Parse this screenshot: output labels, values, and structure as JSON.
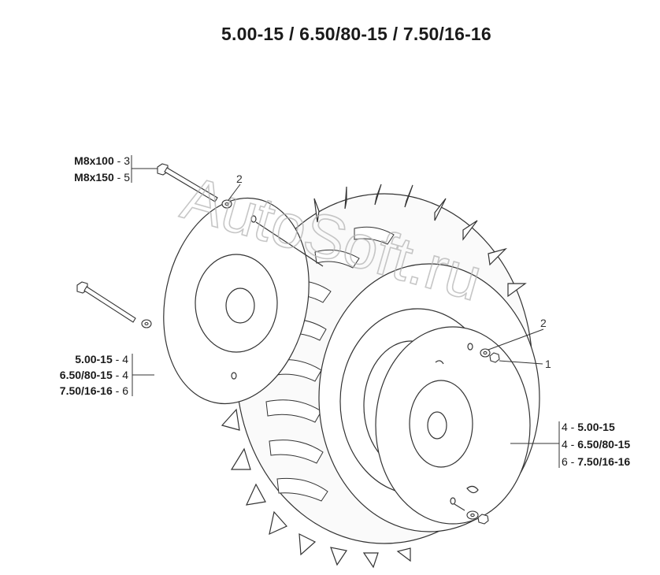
{
  "title": "5.00-15  /  6.50/80-15  /  7.50/16-16",
  "watermark": "AutoSoft.ru",
  "callouts": {
    "bolt_left": [
      {
        "size": "M8x100",
        "qty": "3"
      },
      {
        "size": "M8x150",
        "qty": "5"
      }
    ],
    "disc_left": [
      {
        "size": "5.00-15",
        "qty": "4"
      },
      {
        "size": "6.50/80-15",
        "qty": "4"
      },
      {
        "size": "7.50/16-16",
        "qty": "6"
      }
    ],
    "disc_right": [
      {
        "qty": "4",
        "size": "5.00-15"
      },
      {
        "qty": "4",
        "size": "6.50/80-15"
      },
      {
        "qty": "6",
        "size": "7.50/16-16"
      }
    ],
    "washer_top_left": "2",
    "washer_right": "2",
    "nut_right": "1"
  },
  "colors": {
    "line": "#333333",
    "watermark": "#b4b4b4"
  }
}
